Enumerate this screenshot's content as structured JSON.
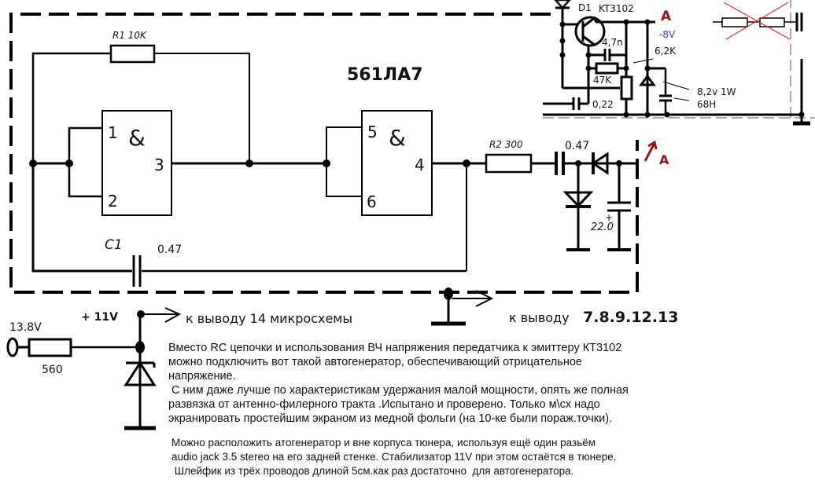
{
  "chip_title": "561ЛА7",
  "gate1": {
    "symbol": "&",
    "pins": [
      "1",
      "2",
      "3"
    ]
  },
  "gate2": {
    "symbol": "&",
    "pins": [
      "5",
      "6",
      "4"
    ]
  },
  "r1": {
    "label": "R1 10K"
  },
  "r2": {
    "label": "R2 300"
  },
  "c1": {
    "label": "C1",
    "value": "0.47"
  },
  "c_out": {
    "value": "0.47"
  },
  "c_electrolytic": {
    "plus": "+",
    "value": "22.0"
  },
  "point_a": "A",
  "power": {
    "input_voltage": "13.8V",
    "resistor": "560",
    "rail": "+ 11V",
    "to_pin14": "к выводу 14 микросхемы",
    "to_ground_pins_prefix": "к выводу",
    "to_ground_pins": "7.8.9.12.13"
  },
  "inset": {
    "d1": "D1",
    "transistor": "KT3102",
    "point_a": "A",
    "voltage": "-8V",
    "c_47n": "4,7n",
    "r_62k": "6,2K",
    "r_47k": "47K",
    "c_022": "0,22",
    "zener": "8,2v 1W",
    "c_68h": "68H"
  },
  "notes": {
    "para1": "Вместо RC цепочки и использования ВЧ напряжения передатчика к эмиттеру КТ3102\nможно подключить вот такой автогенератор, обеспечивающий отрицательное\nнапряжение.\n С ним даже лучше по характеристикам удержания малой мощности, опять же полная\nразвязка от антенно-филерного тракта .Испытано и проверено. Только м\\сх надо\nэкранировать простейшим экраном из медной фольги (на 10-ке были пораж.точки).",
    "para2": "Можно расположить атогенератор и вне корпуса тюнера, используя ещё один разьём\naudio jack 3.5 stereo на его задней стенке. Стабилизатор 11V при этом остаётся в тюнере.\n Шлейфик из трёх проводов длиной 5см.как раз достаточно  для автогенератора."
  },
  "colors": {
    "wire": "#000000",
    "accent_red": "#8b1a1a",
    "accent_blue": "#2a3fbf",
    "cross": "#e03030"
  }
}
